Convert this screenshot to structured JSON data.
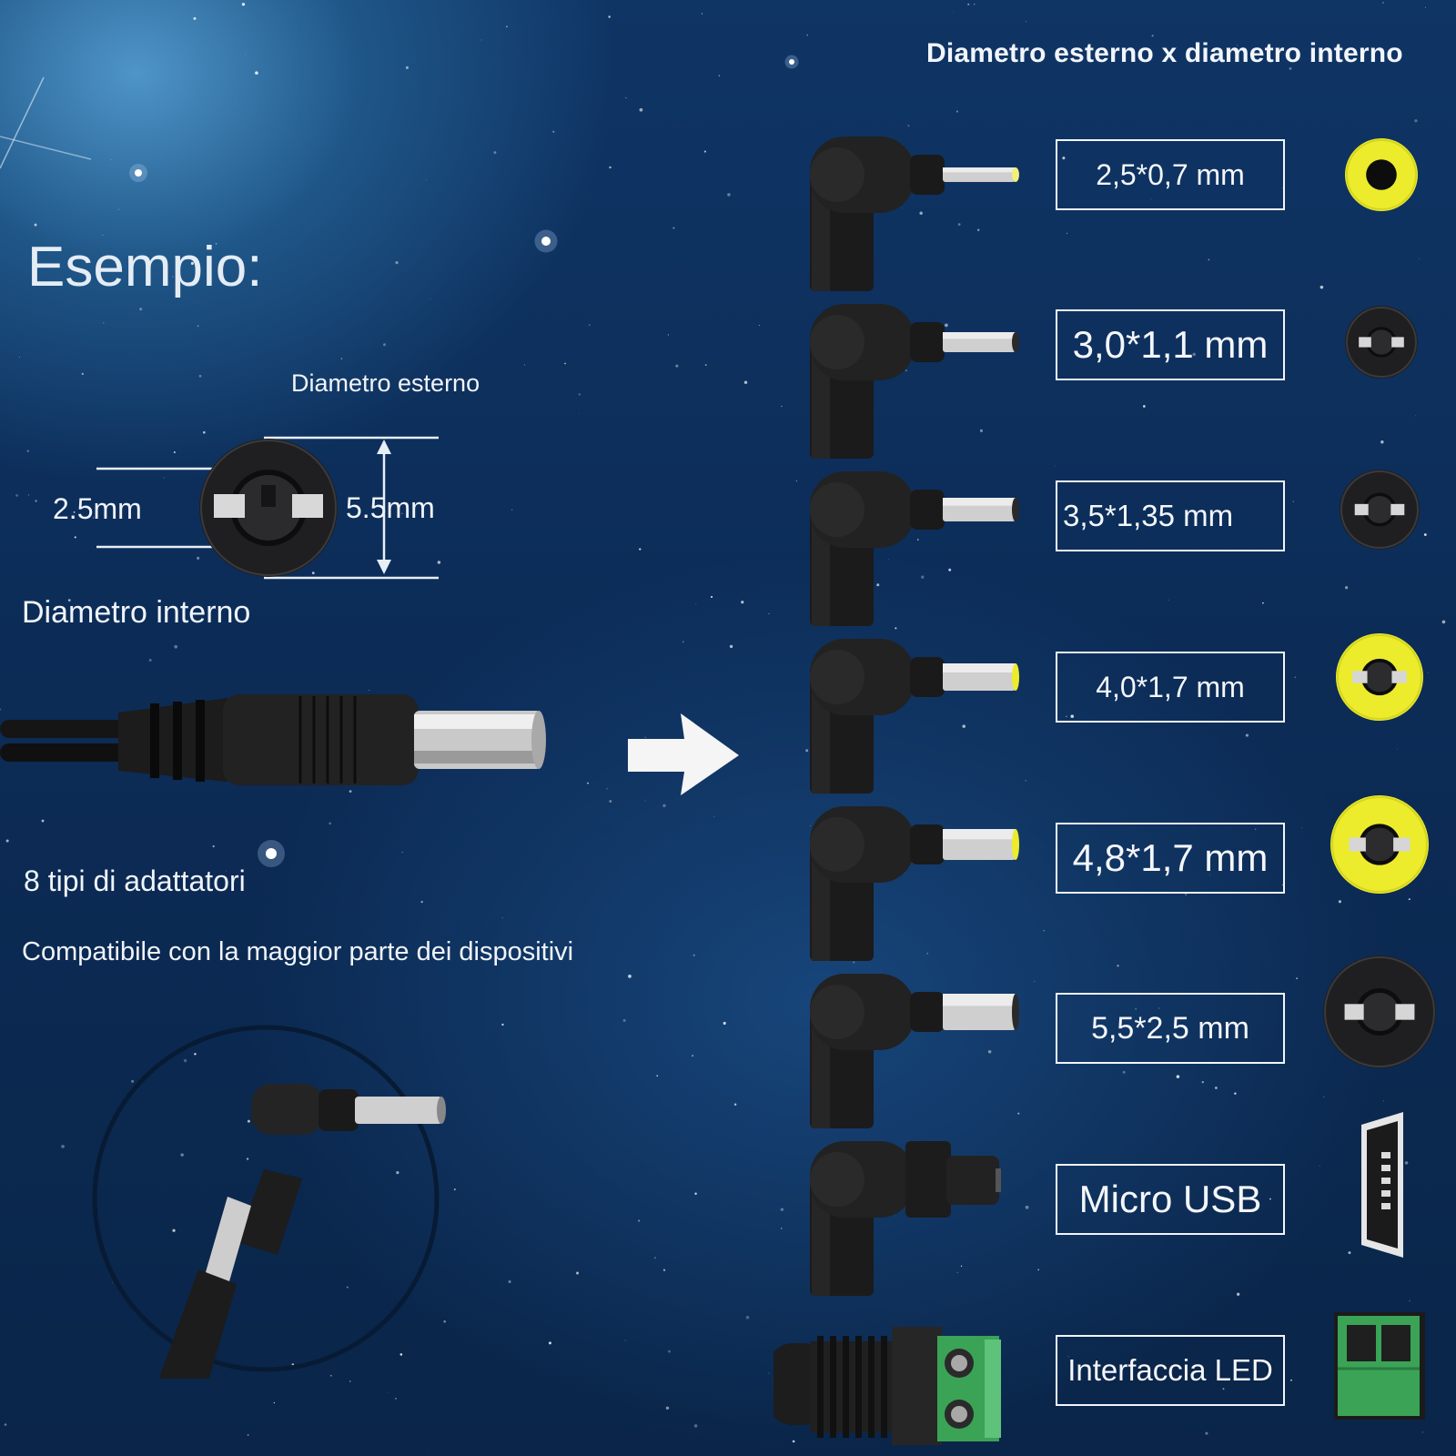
{
  "header": {
    "title": "Diametro esterno x diametro interno"
  },
  "example": {
    "heading": "Esempio:",
    "outer_diameter_label": "Diametro esterno",
    "inner_value": "2.5mm",
    "outer_value": "5.5mm",
    "inner_diameter_label": "Diametro interno"
  },
  "info": {
    "types_text": "8 tipi di adattatori",
    "compat_text": "Compatibile con la maggior parte dei dispositivi"
  },
  "sizes": [
    {
      "label": "2,5*0,7 mm",
      "tip_color": "#f2ef7a"
    },
    {
      "label": "3,0*1,1 mm",
      "tip_color": "#2a2a2a"
    },
    {
      "label": "3,5*1,35 mm",
      "tip_color": "#2a2a2a"
    },
    {
      "label": "4,0*1,7 mm",
      "tip_color": "#ecec2c"
    },
    {
      "label": "4,8*1,7 mm",
      "tip_color": "#ecec2c"
    },
    {
      "label": "5,5*2,5 mm",
      "tip_color": "#2a2a2a"
    },
    {
      "label": "Micro USB",
      "tip_color": "#1d1d1d"
    },
    {
      "label": "Interfaccia LED",
      "tip_color": "#3aa356"
    }
  ],
  "colors": {
    "accent_yellow": "#ecec2c",
    "terminal_green": "#3aa356",
    "background": "#0d2f5c"
  }
}
